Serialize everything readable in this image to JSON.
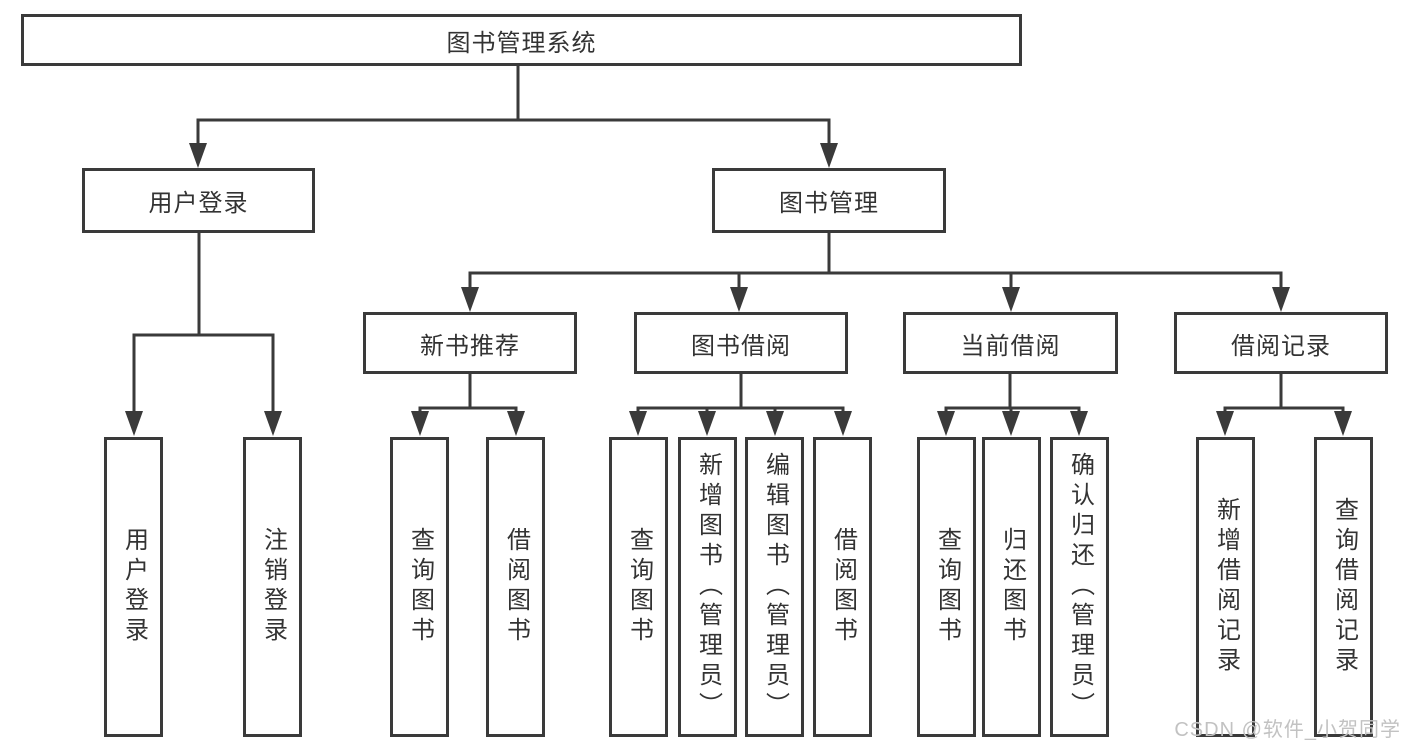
{
  "diagram": {
    "root": {
      "label": "图书管理系统"
    },
    "branches": [
      {
        "label": "用户登录"
      },
      {
        "label": "图书管理"
      }
    ],
    "modules": [
      {
        "label": "新书推荐"
      },
      {
        "label": "图书借阅"
      },
      {
        "label": "当前借阅"
      },
      {
        "label": "借阅记录"
      }
    ],
    "leaves": {
      "login": [
        "用户登录",
        "注销登录"
      ],
      "recommend": [
        "查询图书",
        "借阅图书"
      ],
      "borrow": [
        "查询图书",
        "新增图书（管理员）",
        "编辑图书（管理员）",
        "借阅图书"
      ],
      "current": [
        "查询图书",
        "归还图书",
        "确认归还（管理员）"
      ],
      "records": [
        "新增借阅记录",
        "查询借阅记录"
      ]
    }
  },
  "watermark": "CSDN @软件_小贺同学",
  "colors": {
    "line": "#3a3a3a",
    "border": "#3a3a3a",
    "text": "#333333",
    "watermark": "#c2c2c2",
    "background": "#ffffff"
  }
}
